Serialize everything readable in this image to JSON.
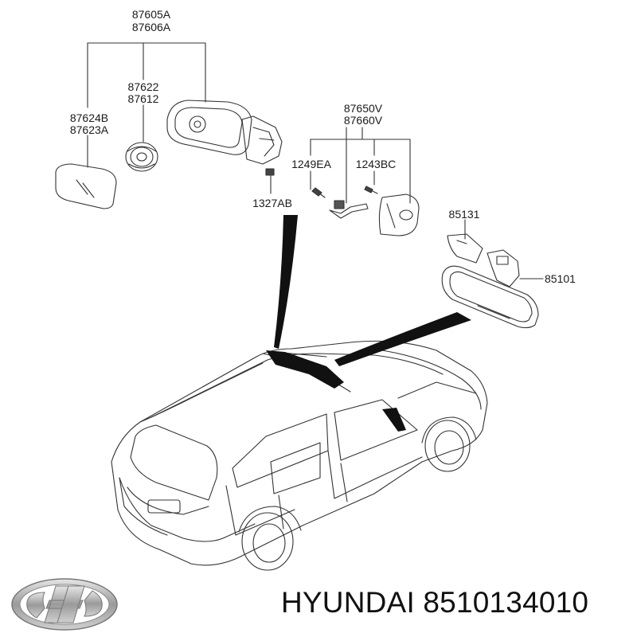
{
  "diagram": {
    "callouts": {
      "mirror_assy": [
        "87605A",
        "87606A"
      ],
      "mirror_glass": [
        "87624B",
        "87623A"
      ],
      "mirror_actuator": [
        "87622",
        "87612"
      ],
      "bolt": "1327AB",
      "inside_cover": [
        "87650V",
        "87660V"
      ],
      "screw_left": "1249EA",
      "screw_right": "1243BC",
      "cover_85131": "85131",
      "inside_mirror": "85101"
    }
  },
  "footer": {
    "brand": "HYUNDAI",
    "part_number": "8510134010",
    "logo_icon": "hyundai-logo-icon"
  }
}
